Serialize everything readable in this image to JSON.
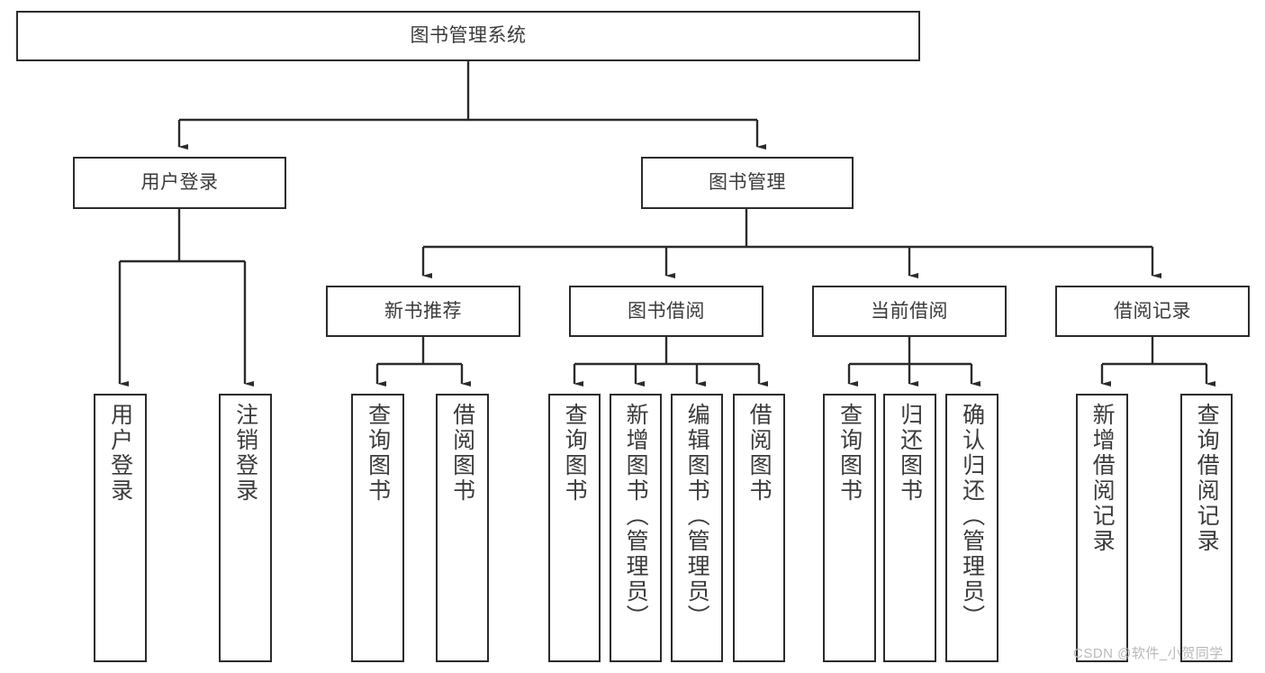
{
  "diagram": {
    "title": "图书管理系统",
    "type": "hierarchy-tree",
    "root": {
      "id": "root",
      "label": "图书管理系统"
    },
    "level2": [
      {
        "id": "user-login",
        "label": "用户登录"
      },
      {
        "id": "book-management",
        "label": "图书管理"
      }
    ],
    "level3": [
      {
        "id": "new-book-recommend",
        "label": "新书推荐",
        "parent": "book-management"
      },
      {
        "id": "book-borrow",
        "label": "图书借阅",
        "parent": "book-management"
      },
      {
        "id": "current-borrow",
        "label": "当前借阅",
        "parent": "book-management"
      },
      {
        "id": "borrow-record",
        "label": "借阅记录",
        "parent": "book-management"
      }
    ],
    "leaves": [
      {
        "id": "leaf-user-login",
        "label": "用户登录",
        "parent": "user-login"
      },
      {
        "id": "leaf-logout-login",
        "label": "注销登录",
        "parent": "user-login"
      },
      {
        "id": "leaf-query-book-1",
        "label": "查询图书",
        "parent": "new-book-recommend"
      },
      {
        "id": "leaf-borrow-book-1",
        "label": "借阅图书",
        "parent": "new-book-recommend"
      },
      {
        "id": "leaf-query-book-2",
        "label": "查询图书",
        "parent": "book-borrow"
      },
      {
        "id": "leaf-add-book",
        "label": "新增图书（管理员）",
        "parent": "book-borrow"
      },
      {
        "id": "leaf-edit-book",
        "label": "编辑图书（管理员）",
        "parent": "book-borrow"
      },
      {
        "id": "leaf-borrow-book-2",
        "label": "借阅图书",
        "parent": "book-borrow"
      },
      {
        "id": "leaf-query-book-3",
        "label": "查询图书",
        "parent": "current-borrow"
      },
      {
        "id": "leaf-return-book",
        "label": "归还图书",
        "parent": "current-borrow"
      },
      {
        "id": "leaf-confirm-return",
        "label": "确认归还（管理员）",
        "parent": "current-borrow"
      },
      {
        "id": "leaf-add-record",
        "label": "新增借阅记录",
        "parent": "borrow-record"
      },
      {
        "id": "leaf-query-record",
        "label": "查询借阅记录",
        "parent": "borrow-record"
      }
    ]
  },
  "watermark": {
    "text": "CSDN @软件_小贺同学"
  },
  "colors": {
    "box_border": "#2b2b2b",
    "text": "#3b3b3b",
    "connector": "#2b2b2b",
    "background": "#ffffff",
    "watermark": "#b9b9b9"
  }
}
